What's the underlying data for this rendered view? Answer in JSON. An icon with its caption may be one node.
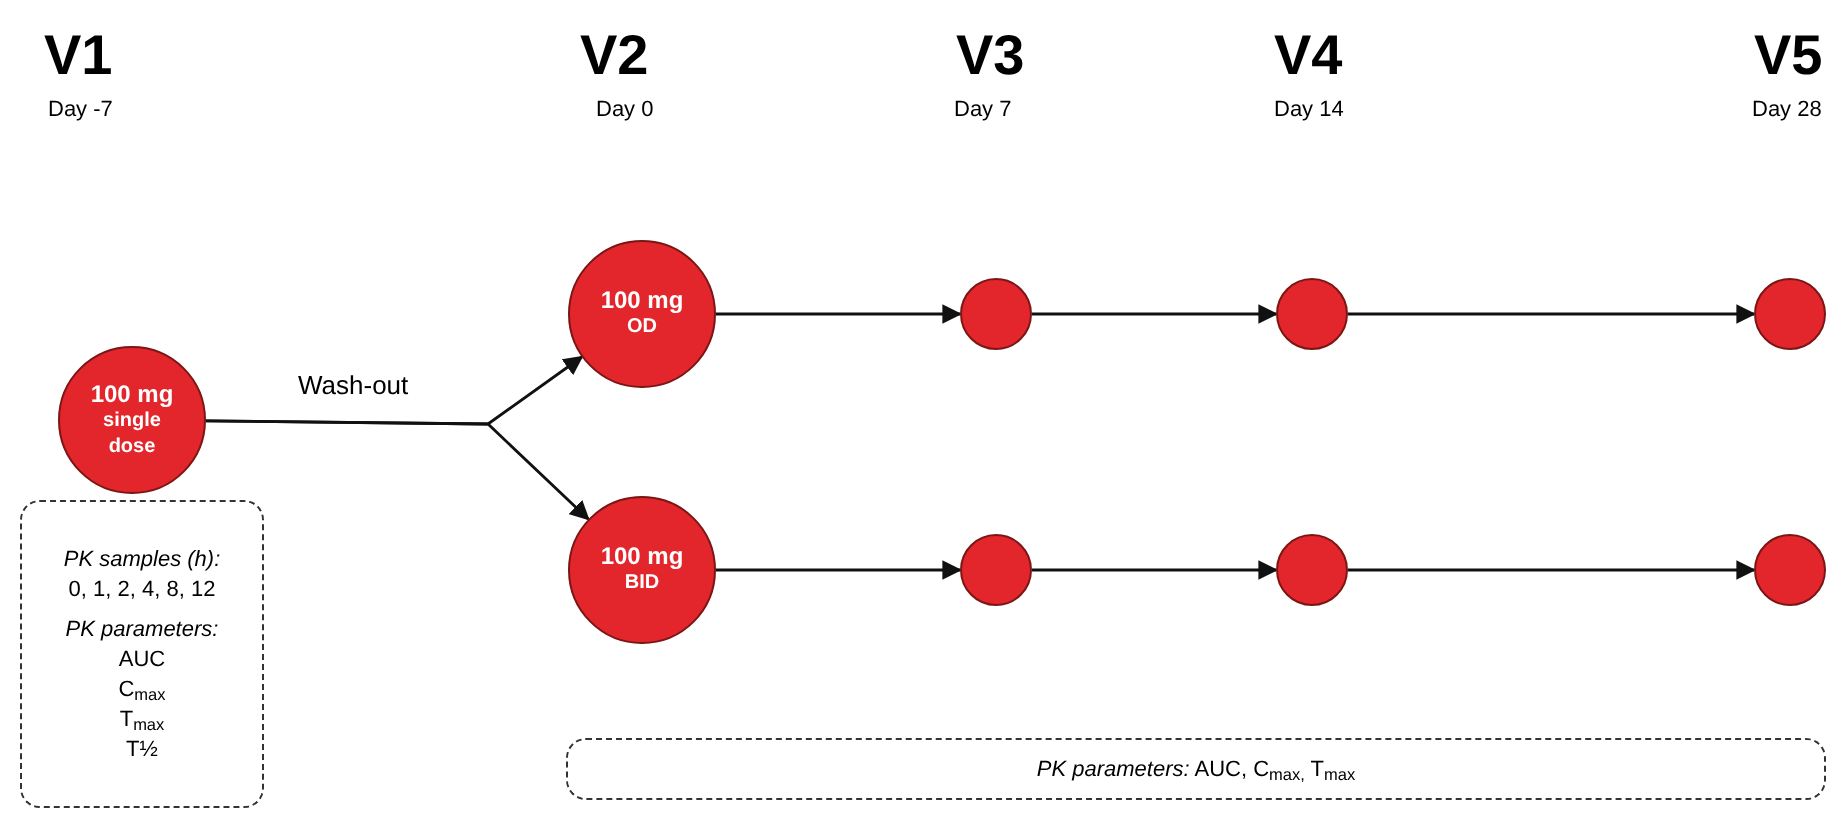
{
  "diagram": {
    "nodes": [
      {
        "text": [
          "100 mg",
          "single dose"
        ]
      },
      {
        "text": [
          "100 mg",
          "OD"
        ]
      },
      {
        "text": [],
        "shape": "circle"
      },
      {
        "text": [],
        "shape": "circle"
      },
      {
        "text": [],
        "shape": "circle"
      },
      {
        "text": [
          "100 mg",
          "BID"
        ]
      },
      {
        "text": [],
        "shape": "circle"
      },
      {
        "text": [],
        "shape": "circle"
      },
      {
        "text": [],
        "shape": "circle"
      },
      {
        "text": [
          "PK samples (h):",
          "0, 1, 2, 4, 8, 12",
          "PK parameters:",
          "AUC",
          "C$_{max}$",
          "T$_{max}$",
          "T½"
        ]
      },
      {
        "text": [
          "*PK parameters:* AUC, C$_{max,}$ T$_{max}$"
        ]
      }
    ],
    "edges": [
      {
        "from": 0,
        "to": 1,
        "arrow": "to",
        "label": "Wash-out"
      },
      {
        "from": 0,
        "to": 5,
        "arrow": "to"
      },
      {
        "from": 1,
        "to": 2,
        "arrow": "to"
      },
      {
        "from": 2,
        "to": 3,
        "arrow": "to"
      },
      {
        "from": 3,
        "to": 4,
        "arrow": "to"
      },
      {
        "from": 5,
        "to": 6,
        "arrow": "to"
      },
      {
        "from": 6,
        "to": 7,
        "arrow": "to"
      },
      {
        "from": 7,
        "to": 8,
        "arrow": "to"
      }
    ],
    "labels": [
      "V1",
      "Day -7",
      "V2",
      "Day 0",
      "V3",
      "Day 7",
      "V4",
      "Day 14",
      "V5",
      "Day 28"
    ]
  }
}
